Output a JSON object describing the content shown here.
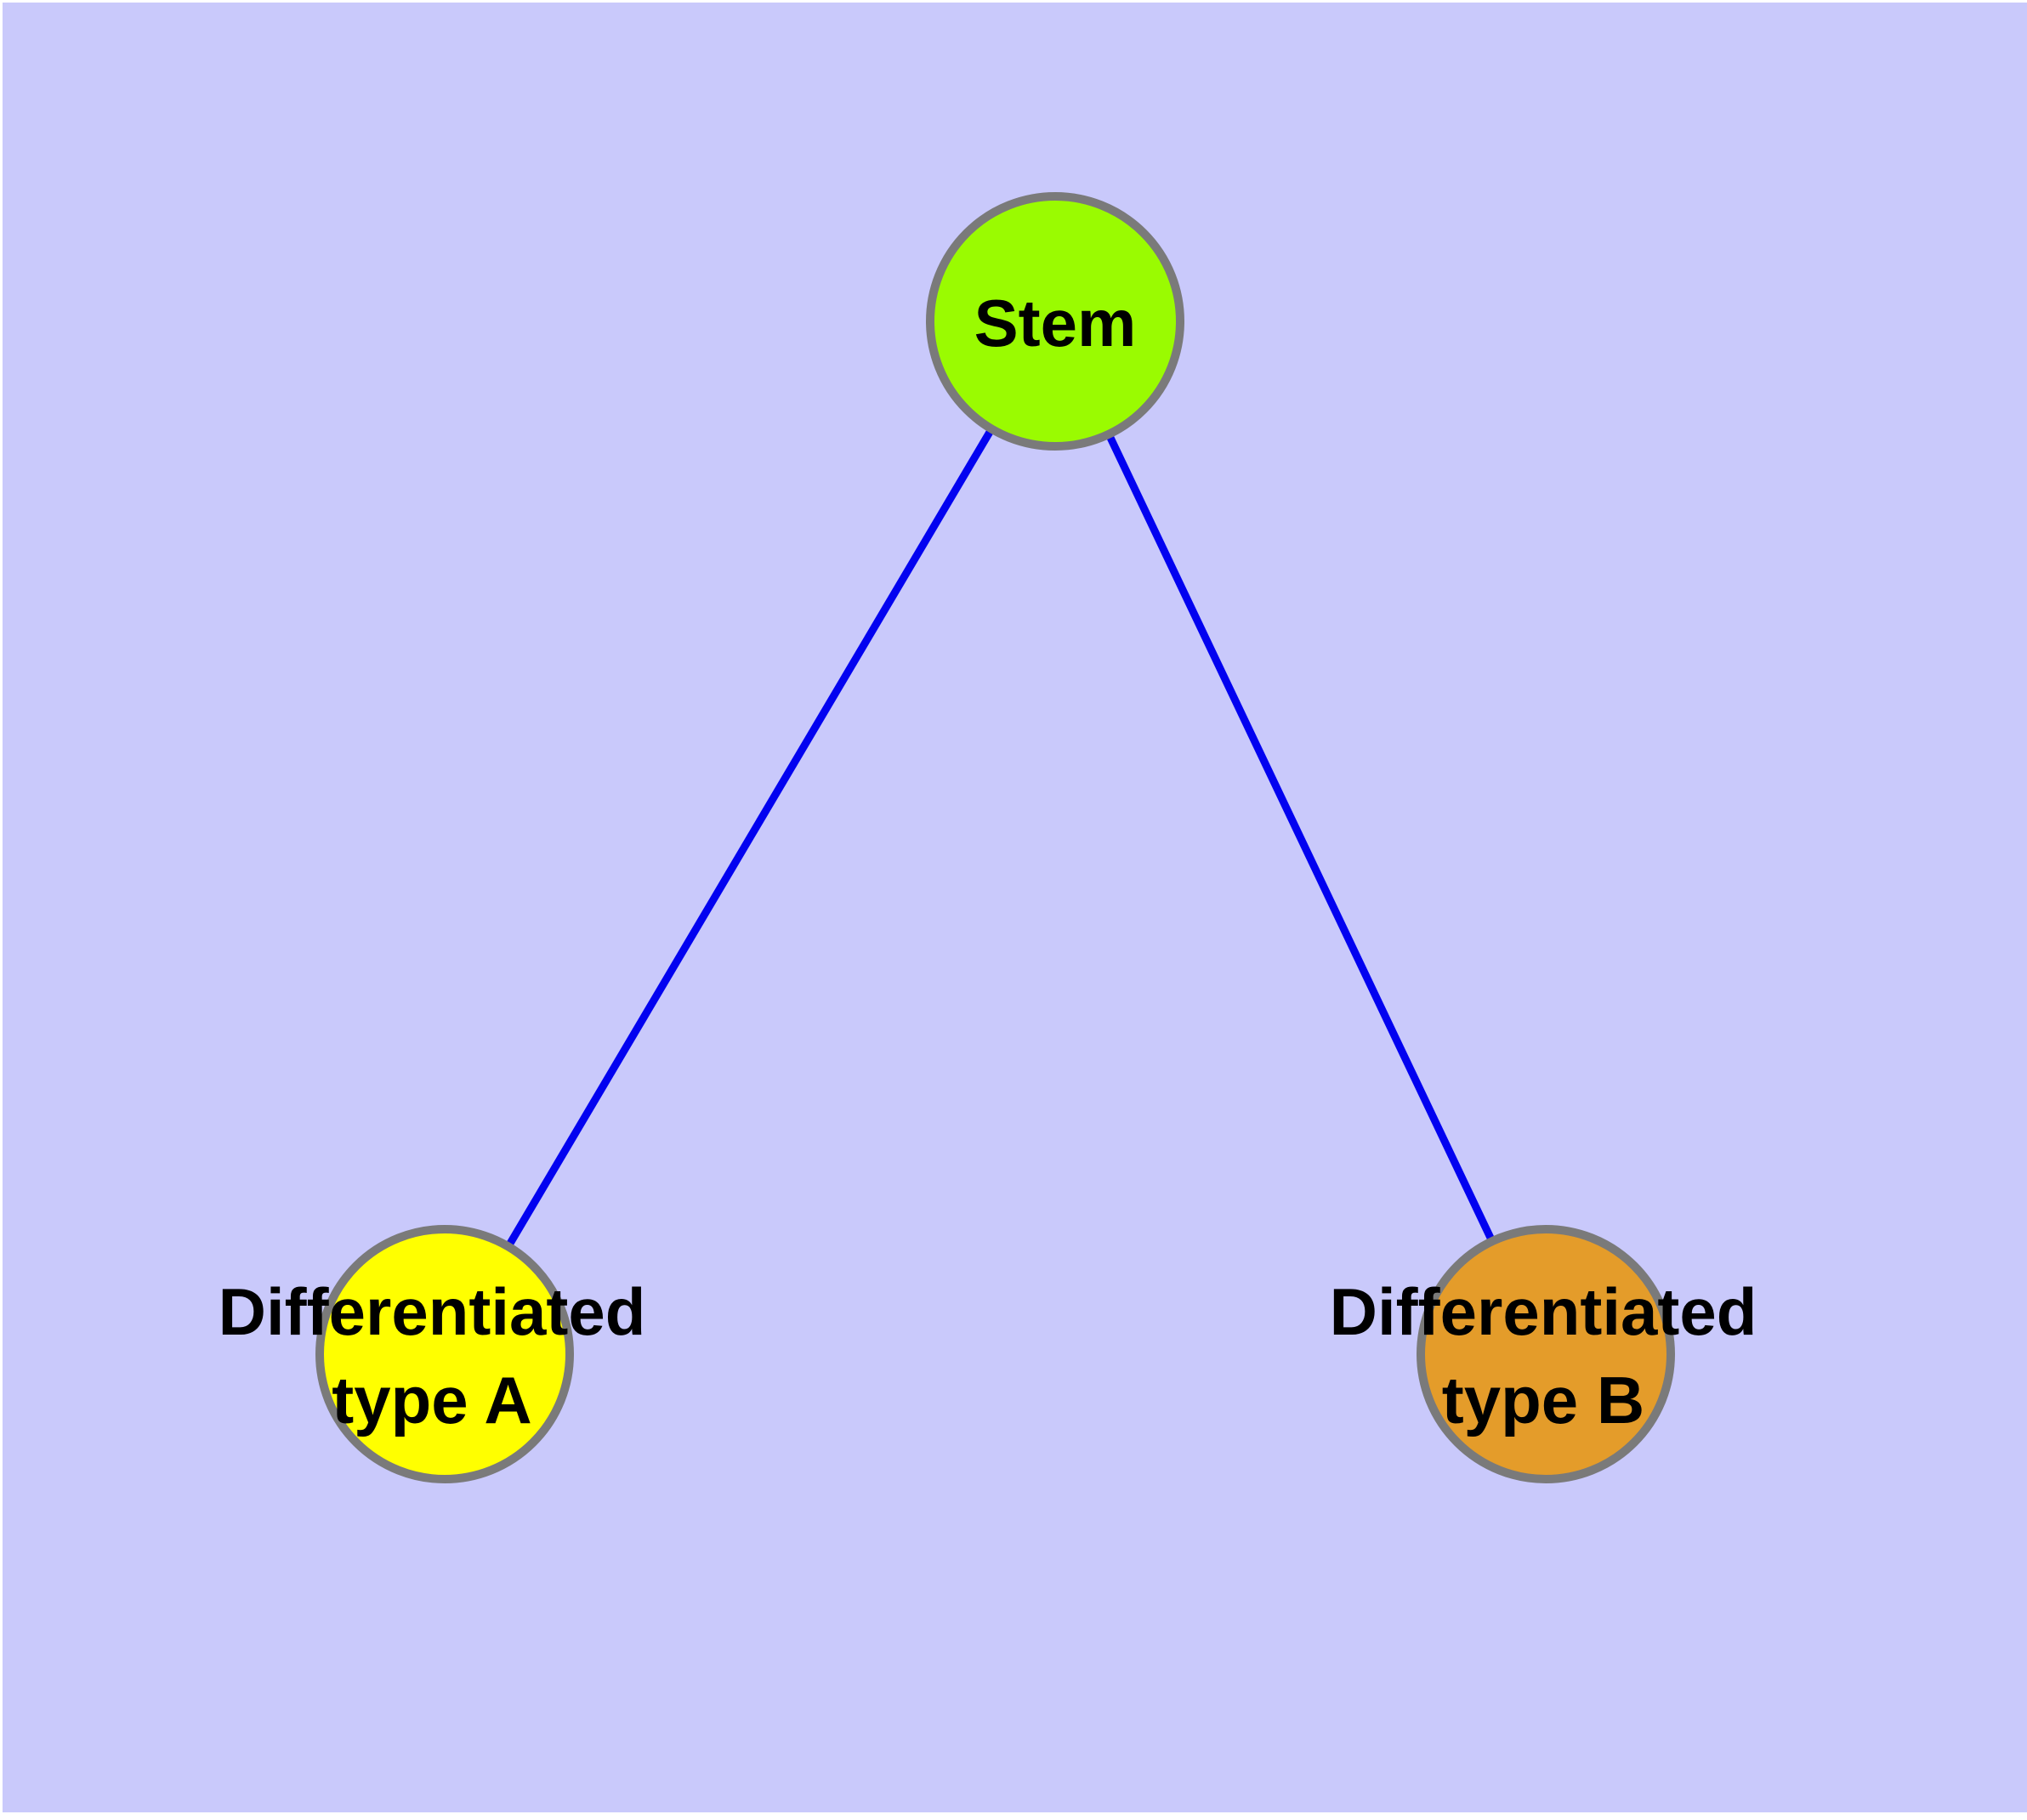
{
  "diagram": {
    "type": "node-link-graph",
    "background_color": "#C9C9FB",
    "frame_color": "#FFFFFF",
    "edge_color": "#0202F0",
    "node_outline_color": "#7A7A7A",
    "nodes": {
      "stem": {
        "label": "Stem",
        "fill_color": "#9AFB01"
      },
      "typeA": {
        "label": "Differentiated type A",
        "label_line1": "Differentiated",
        "label_line2": "type A",
        "fill_color": "#FFFF00"
      },
      "typeB": {
        "label": "Differentiated type B",
        "label_line1": "Differentiated",
        "label_line2": "type B",
        "fill_color": "#E49C2A"
      }
    },
    "edges": [
      {
        "from": "Stem",
        "to": "Differentiated type A"
      },
      {
        "from": "Stem",
        "to": "Differentiated type B"
      }
    ]
  }
}
